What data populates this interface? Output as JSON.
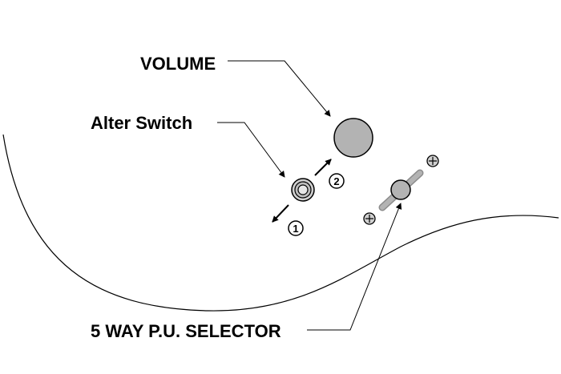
{
  "labels": {
    "volume": "VOLUME",
    "alter_switch": "Alter Switch",
    "selector": "5 WAY P.U. SELECTOR"
  },
  "markers": {
    "one": "1",
    "two": "2"
  },
  "icons": {
    "volume_knob": "volume-knob-icon",
    "alter_switch": "alter-switch-icon",
    "selector_lever": "selector-lever-icon",
    "screw": "screw-icon"
  },
  "colors": {
    "line": "#000000",
    "knob_fill": "#b3b3b3",
    "background": "#ffffff"
  }
}
